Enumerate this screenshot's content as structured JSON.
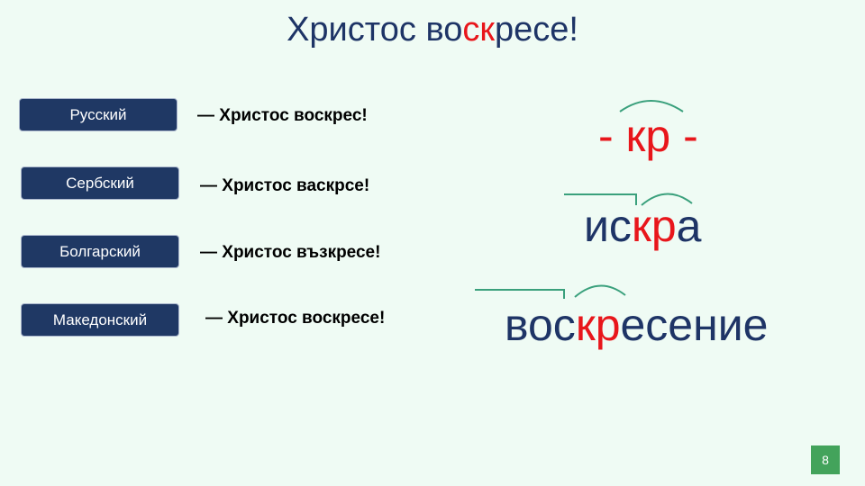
{
  "title": {
    "part1": "Христос во",
    "part2": "ск",
    "part3": "ресе!"
  },
  "languages": [
    {
      "label": "Русский",
      "phrase": "— Христос воскрес!"
    },
    {
      "label": "Сербский",
      "phrase": "— Христос васкрсе!"
    },
    {
      "label": "Болгарский",
      "phrase": "— Христос възкресе!"
    },
    {
      "label": "Македонский",
      "phrase": "— Христос воскресе!"
    }
  ],
  "root": {
    "left": "- ",
    "root": "кр",
    "right": " -"
  },
  "word_iskra": {
    "prefix": "ис",
    "root": "кр",
    "ending": "а"
  },
  "word_voskresenie": {
    "prefix": "вос",
    "root": "кр",
    "suffix": "есение"
  },
  "page_number": "8",
  "colors": {
    "background": "#effbf4",
    "navy": "#1e3466",
    "root_red": "#e8161b",
    "mark_green": "#3aa07c",
    "badge_green": "#43a35b"
  }
}
